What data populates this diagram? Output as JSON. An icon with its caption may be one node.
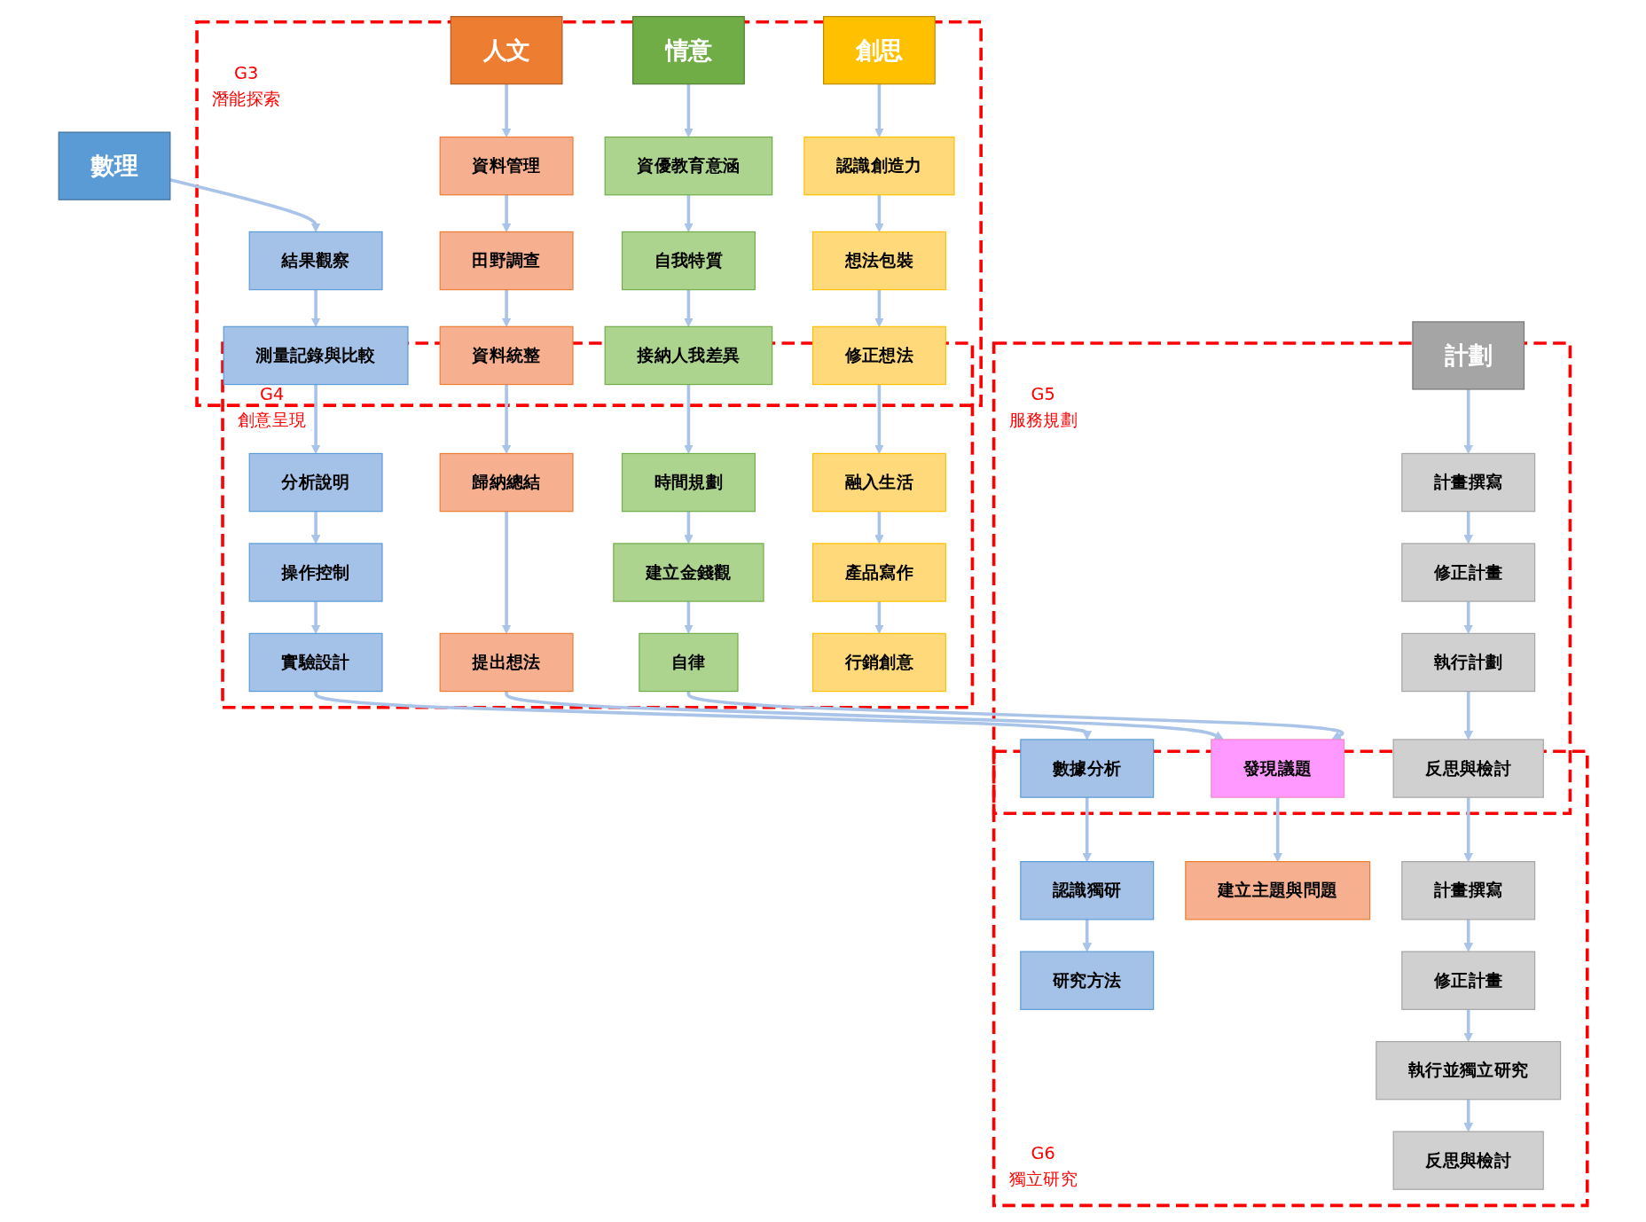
{
  "diagram": {
    "nodes": [
      {
        "text": [
          "數理"
        ]
      },
      {
        "text": [
          "人文"
        ]
      },
      {
        "text": [
          "情意"
        ]
      },
      {
        "text": [
          "創思"
        ]
      },
      {
        "text": [
          "計劃"
        ]
      },
      {
        "text": [
          "G3",
          "潛能探索"
        ]
      },
      {
        "text": [
          "結果觀察"
        ],
        "in": 5
      },
      {
        "text": [
          "測量記錄與比較"
        ],
        "in": 5
      },
      {
        "text": [
          "資料管理"
        ],
        "in": 5
      },
      {
        "text": [
          "田野調查"
        ],
        "in": 5
      },
      {
        "text": [
          "資料統整"
        ],
        "in": 5
      },
      {
        "text": [
          "資優教育意涵"
        ],
        "in": 5
      },
      {
        "text": [
          "自我特質"
        ],
        "in": 5
      },
      {
        "text": [
          "接納人我差異"
        ],
        "in": 5
      },
      {
        "text": [
          "認識創造力"
        ],
        "in": 5
      },
      {
        "text": [
          "想法包裝"
        ],
        "in": 5
      },
      {
        "text": [
          "修正想法"
        ],
        "in": 5
      },
      {
        "text": [
          "G4",
          "創意呈現"
        ]
      },
      {
        "text": [
          "分析說明"
        ],
        "in": 17
      },
      {
        "text": [
          "操作控制"
        ],
        "in": 17
      },
      {
        "text": [
          "實驗設計"
        ],
        "in": 17
      },
      {
        "text": [
          "歸納總結"
        ],
        "in": 17
      },
      {
        "text": [
          "提出想法"
        ],
        "in": 17
      },
      {
        "text": [
          "時間規劃"
        ],
        "in": 17
      },
      {
        "text": [
          "建立金錢觀"
        ],
        "in": 17
      },
      {
        "text": [
          "自律"
        ],
        "in": 17
      },
      {
        "text": [
          "融入生活"
        ],
        "in": 17
      },
      {
        "text": [
          "產品寫作"
        ],
        "in": 17
      },
      {
        "text": [
          "行銷創意"
        ],
        "in": 17
      },
      {
        "text": [
          "G5",
          "服務規劃"
        ]
      },
      {
        "text": [
          "數據分析"
        ],
        "in": 29
      },
      {
        "text": [
          "發現議題"
        ],
        "in": 29
      },
      {
        "text": [
          "計畫撰寫"
        ],
        "in": 29
      },
      {
        "text": [
          "修正計畫"
        ],
        "in": 29
      },
      {
        "text": [
          "執行計劃"
        ],
        "in": 29
      },
      {
        "text": [
          "反思與檢討"
        ],
        "in": 29
      },
      {
        "text": [
          "G6",
          "獨立研究"
        ]
      },
      {
        "text": [
          "認識獨研"
        ],
        "in": 36
      },
      {
        "text": [
          "研究方法"
        ],
        "in": 36
      },
      {
        "text": [
          "建立主題與問題"
        ],
        "in": 36
      },
      {
        "text": [
          "計畫撰寫"
        ],
        "in": 36
      },
      {
        "text": [
          "修正計畫"
        ],
        "in": 36
      },
      {
        "text": [
          "執行並獨立研究"
        ],
        "in": 36
      },
      {
        "text": [
          "反思與檢討"
        ],
        "in": 36
      }
    ],
    "edges": [
      {
        "from": 0,
        "to": 6,
        "arrow": "to"
      },
      {
        "from": 6,
        "to": 7,
        "arrow": "to"
      },
      {
        "from": 7,
        "to": 18,
        "arrow": "to"
      },
      {
        "from": 18,
        "to": 19,
        "arrow": "to"
      },
      {
        "from": 19,
        "to": 20,
        "arrow": "to"
      },
      {
        "from": 20,
        "to": 30,
        "arrow": "to"
      },
      {
        "from": 30,
        "to": 37,
        "arrow": "to"
      },
      {
        "from": 37,
        "to": 38,
        "arrow": "to"
      },
      {
        "from": 1,
        "to": 8,
        "arrow": "to"
      },
      {
        "from": 8,
        "to": 9,
        "arrow": "to"
      },
      {
        "from": 9,
        "to": 10,
        "arrow": "to"
      },
      {
        "from": 10,
        "to": 21,
        "arrow": "to"
      },
      {
        "from": 21,
        "to": 22,
        "arrow": "to"
      },
      {
        "from": 22,
        "to": 31,
        "arrow": "to"
      },
      {
        "from": 31,
        "to": 39,
        "arrow": "to"
      },
      {
        "from": 2,
        "to": 11,
        "arrow": "to"
      },
      {
        "from": 11,
        "to": 12,
        "arrow": "to"
      },
      {
        "from": 12,
        "to": 13,
        "arrow": "to"
      },
      {
        "from": 13,
        "to": 23,
        "arrow": "to"
      },
      {
        "from": 23,
        "to": 24,
        "arrow": "to"
      },
      {
        "from": 24,
        "to": 25,
        "arrow": "to"
      },
      {
        "from": 25,
        "to": 31,
        "arrow": "to"
      },
      {
        "from": 3,
        "to": 14,
        "arrow": "to"
      },
      {
        "from": 14,
        "to": 15,
        "arrow": "to"
      },
      {
        "from": 15,
        "to": 16,
        "arrow": "to"
      },
      {
        "from": 16,
        "to": 26,
        "arrow": "to"
      },
      {
        "from": 26,
        "to": 27,
        "arrow": "to"
      },
      {
        "from": 27,
        "to": 28,
        "arrow": "to"
      },
      {
        "from": 4,
        "to": 32,
        "arrow": "to"
      },
      {
        "from": 32,
        "to": 33,
        "arrow": "to"
      },
      {
        "from": 33,
        "to": 34,
        "arrow": "to"
      },
      {
        "from": 34,
        "to": 35,
        "arrow": "to"
      },
      {
        "from": 35,
        "to": 40,
        "arrow": "to"
      },
      {
        "from": 40,
        "to": 41,
        "arrow": "to"
      },
      {
        "from": 41,
        "to": 42,
        "arrow": "to"
      },
      {
        "from": 42,
        "to": 43,
        "arrow": "to"
      }
    ]
  }
}
